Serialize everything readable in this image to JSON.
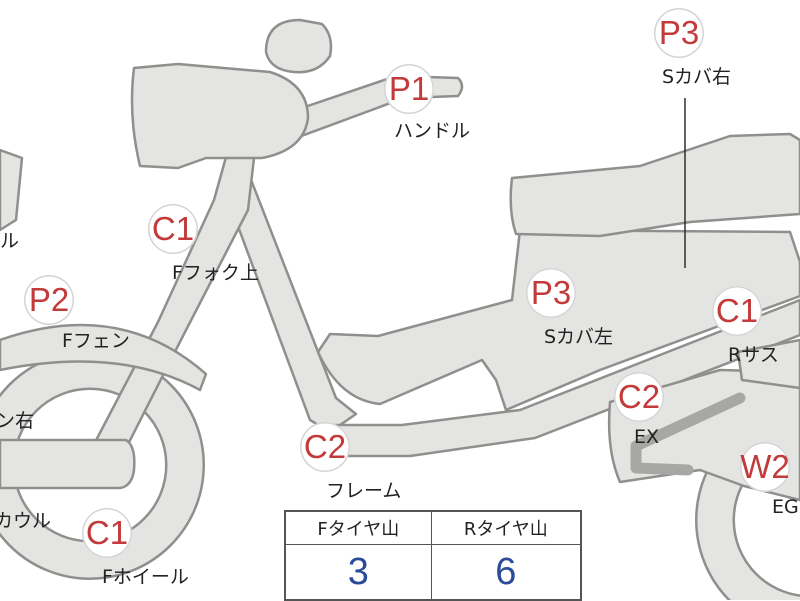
{
  "callouts": [
    {
      "code": "P3",
      "label": "Sカバ右"
    },
    {
      "code": "P1",
      "label": "ハンドル"
    },
    {
      "code": "C1",
      "label": "Fフォク上"
    },
    {
      "code": "P2",
      "label": "Fフェン"
    },
    {
      "code": "P3",
      "label": "Sカバ左"
    },
    {
      "code": "C1",
      "label": "Rサス"
    },
    {
      "code": "C2",
      "label": "EX"
    },
    {
      "code": "C2",
      "label": "フレーム"
    },
    {
      "code": "W2",
      "label": "EG"
    },
    {
      "code": "C1",
      "label": "Fホイール"
    }
  ],
  "cropped_labels": [
    "ル",
    "ン右",
    "カウル"
  ],
  "tread_table": {
    "headers": [
      "Fタイヤ山",
      "Rタイヤ山"
    ],
    "values": [
      "3",
      "6"
    ]
  },
  "colors": {
    "badge_text": "#c23a3a",
    "table_value": "#2b4a9a",
    "part_fill": "#e4e4e2",
    "part_outline": "#8f8f8d"
  }
}
